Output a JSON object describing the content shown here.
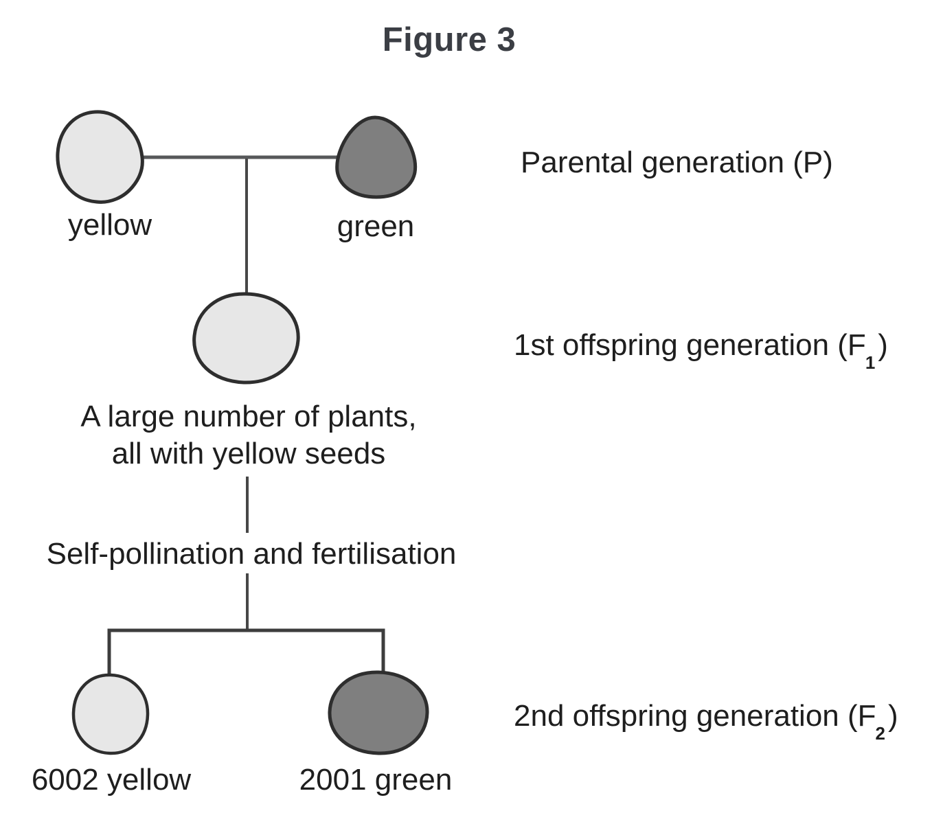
{
  "figure": {
    "title": "Figure 3"
  },
  "colors": {
    "seed_yellow_fill": "#e7e7e7",
    "seed_green_fill": "#7f7f7f",
    "seed_outline": "#2e2e2e",
    "connector_line": "#474747",
    "body_text": "#1e1e1e",
    "title_text": "#3b3e44"
  },
  "parental": {
    "row_label": "Parental generation (P)",
    "left_seed_label": "yellow",
    "right_seed_label": "green"
  },
  "f1": {
    "row_label": {
      "prefix": "1st offspring generation (F",
      "sub": "1",
      "suffix": ")"
    },
    "caption_line1": "A large number of plants,",
    "caption_line2": "all with yellow seeds"
  },
  "cross": {
    "label": "Self-pollination and fertilisation"
  },
  "f2": {
    "row_label": {
      "prefix": "2nd offspring generation (F",
      "sub": "2",
      "suffix": ")"
    },
    "left_count_label": "6002 yellow",
    "right_count_label": "2001 green"
  }
}
